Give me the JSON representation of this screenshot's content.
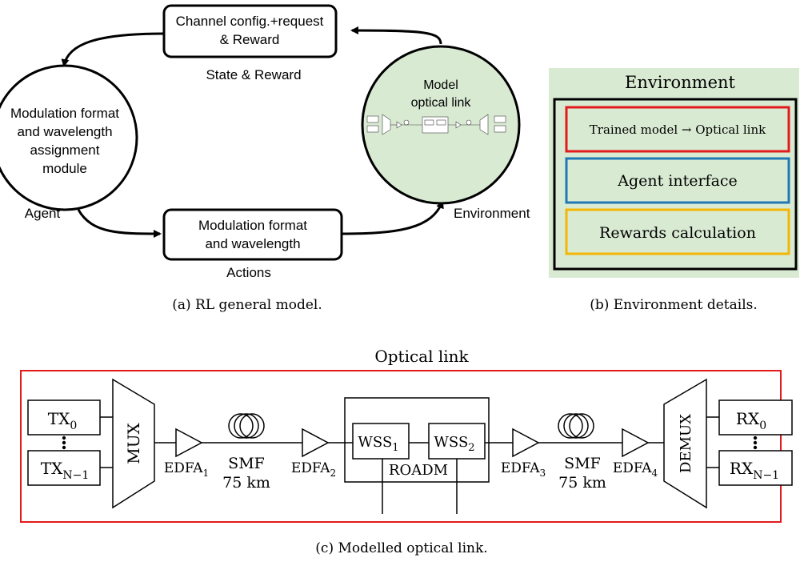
{
  "rl_model": {
    "top_box": {
      "line1": "Channel config.+request",
      "line2": "& Reward"
    },
    "top_label": "State & Reward",
    "agent_circle": {
      "line1": "Modulation format",
      "line2": "and wavelength",
      "line3": "assignment",
      "line4": "module"
    },
    "agent_label": "Agent",
    "env_circle": {
      "line1": "Model",
      "line2": "optical link"
    },
    "env_label": "Environment",
    "bottom_box": {
      "line1": "Modulation format",
      "line2": "and wavelength"
    },
    "bottom_label": "Actions",
    "caption": "(a) RL general model."
  },
  "environment_details": {
    "title": "Environment",
    "trained_model": "Trained model → Optical link",
    "agent_interface": "Agent interface",
    "rewards": "Rewards calculation",
    "caption": "(b) Environment details.",
    "colors": {
      "panel_bg": "#d9ead3",
      "red": "#e31a1c",
      "blue": "#1f78b4",
      "yellow": "#f2b705"
    }
  },
  "optical_link": {
    "title": "Optical link",
    "tx0": {
      "base": "TX",
      "sub": "0"
    },
    "txn": {
      "base": "TX",
      "sub": "N−1"
    },
    "rx0": {
      "base": "RX",
      "sub": "0"
    },
    "rxn": {
      "base": "RX",
      "sub": "N−1"
    },
    "mux": "MUX",
    "demux": "DEMUX",
    "edfa1": {
      "base": "EDFA",
      "sub": "1"
    },
    "edfa2": {
      "base": "EDFA",
      "sub": "2"
    },
    "edfa3": {
      "base": "EDFA",
      "sub": "3"
    },
    "edfa4": {
      "base": "EDFA",
      "sub": "4"
    },
    "smf1": {
      "line1": "SMF",
      "line2": "75 km"
    },
    "smf2": {
      "line1": "SMF",
      "line2": "75 km"
    },
    "wss1": {
      "base": "WSS",
      "sub": "1"
    },
    "wss2": {
      "base": "WSS",
      "sub": "2"
    },
    "roadm": "ROADM",
    "caption": "(c) Modelled optical link."
  }
}
